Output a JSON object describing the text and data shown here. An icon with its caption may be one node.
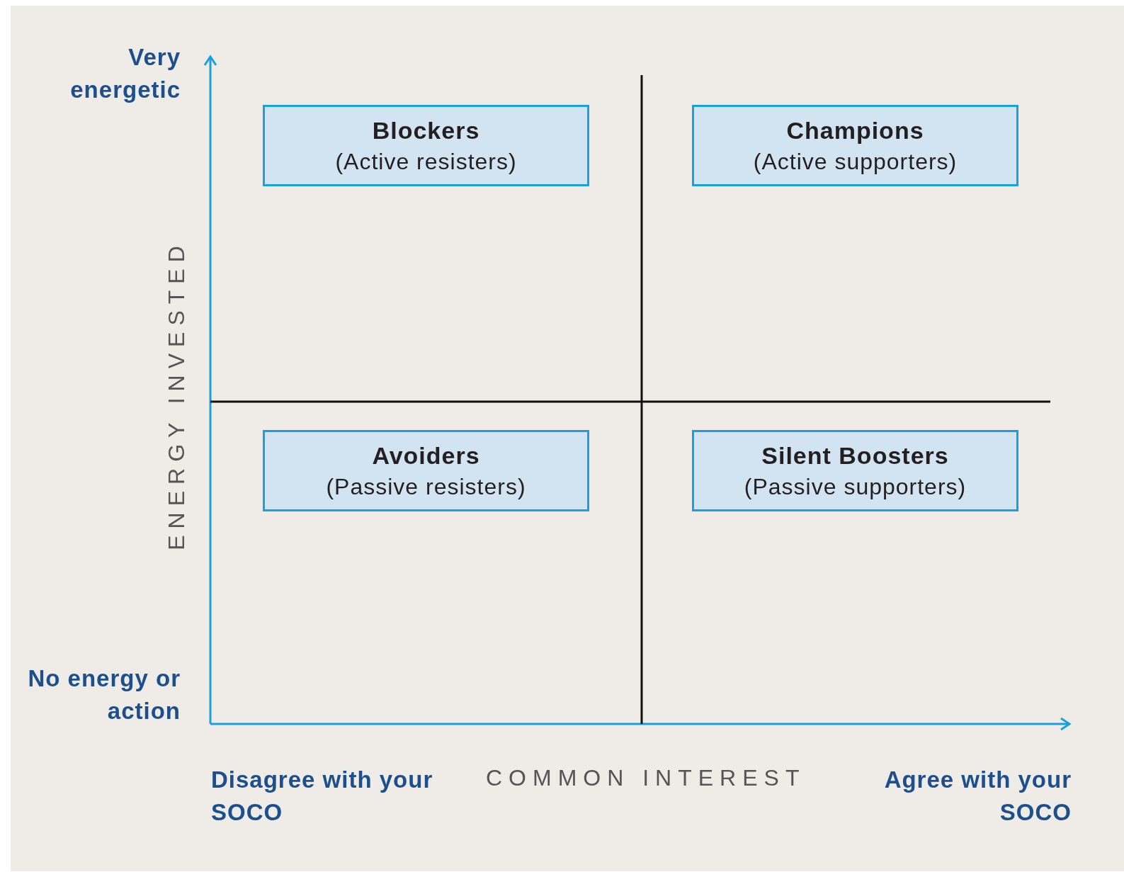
{
  "diagram": {
    "nodes": [
      {
        "text": [
          "Blockers",
          "(Active resisters)"
        ]
      },
      {
        "text": [
          "Champions",
          "(Active supporters)"
        ]
      },
      {
        "text": [
          "Avoiders",
          "(Passive resisters)"
        ]
      },
      {
        "text": [
          "Silent Boosters",
          "(Passive supporters)"
        ]
      }
    ],
    "labels": [
      "Very energetic",
      "ENERGY INVESTED",
      "No energy or action",
      "Disagree with your SOCO",
      "COMMON INTEREST",
      "Agree with your SOCO"
    ]
  }
}
